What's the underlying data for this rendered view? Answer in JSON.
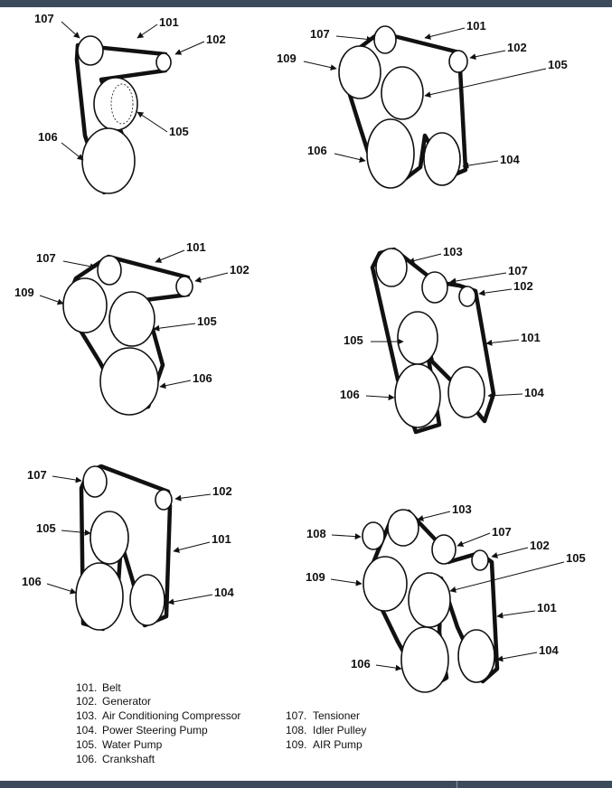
{
  "colors": {
    "frame": "#3d4a5c",
    "ink": "#111111",
    "paper": "#ffffff"
  },
  "panels": [
    {
      "id": "p1",
      "pulleys": [
        {
          "id": "107",
          "role": "tensioner"
        },
        {
          "id": "102",
          "role": "generator"
        },
        {
          "id": "105",
          "role": "water-pump"
        },
        {
          "id": "106",
          "role": "crankshaft"
        }
      ],
      "labels": [
        "107",
        "101",
        "102",
        "105",
        "106"
      ]
    },
    {
      "id": "p2",
      "pulleys": [
        {
          "id": "107",
          "role": "tensioner"
        },
        {
          "id": "109",
          "role": "air-pump"
        },
        {
          "id": "102",
          "role": "generator"
        },
        {
          "id": "105",
          "role": "water-pump"
        },
        {
          "id": "106",
          "role": "crankshaft"
        },
        {
          "id": "104",
          "role": "power-steering-pump"
        }
      ],
      "labels": [
        "107",
        "101",
        "109",
        "102",
        "105",
        "106",
        "104"
      ]
    },
    {
      "id": "p3",
      "pulleys": [
        {
          "id": "107",
          "role": "tensioner"
        },
        {
          "id": "109",
          "role": "air-pump"
        },
        {
          "id": "102",
          "role": "generator"
        },
        {
          "id": "105",
          "role": "water-pump"
        },
        {
          "id": "106",
          "role": "crankshaft"
        }
      ],
      "labels": [
        "107",
        "101",
        "109",
        "102",
        "105",
        "106"
      ]
    },
    {
      "id": "p4",
      "pulleys": [
        {
          "id": "103",
          "role": "ac-compressor"
        },
        {
          "id": "107",
          "role": "tensioner"
        },
        {
          "id": "102",
          "role": "generator"
        },
        {
          "id": "105",
          "role": "water-pump"
        },
        {
          "id": "106",
          "role": "crankshaft"
        },
        {
          "id": "104",
          "role": "power-steering-pump"
        }
      ],
      "labels": [
        "103",
        "107",
        "102",
        "101",
        "105",
        "106",
        "104"
      ]
    },
    {
      "id": "p5",
      "pulleys": [
        {
          "id": "107",
          "role": "tensioner"
        },
        {
          "id": "102",
          "role": "generator"
        },
        {
          "id": "105",
          "role": "water-pump"
        },
        {
          "id": "106",
          "role": "crankshaft"
        },
        {
          "id": "104",
          "role": "power-steering-pump"
        }
      ],
      "labels": [
        "107",
        "102",
        "105",
        "101",
        "106",
        "104"
      ]
    },
    {
      "id": "p6",
      "pulleys": [
        {
          "id": "108",
          "role": "idler-pulley"
        },
        {
          "id": "103",
          "role": "ac-compressor"
        },
        {
          "id": "107",
          "role": "tensioner"
        },
        {
          "id": "102",
          "role": "generator"
        },
        {
          "id": "109",
          "role": "air-pump"
        },
        {
          "id": "105",
          "role": "water-pump"
        },
        {
          "id": "106",
          "role": "crankshaft"
        },
        {
          "id": "104",
          "role": "power-steering-pump"
        }
      ],
      "labels": [
        "103",
        "108",
        "107",
        "102",
        "105",
        "109",
        "101",
        "106",
        "104"
      ]
    }
  ],
  "legend": {
    "left": [
      {
        "num": "101.",
        "text": "Belt"
      },
      {
        "num": "102.",
        "text": "Generator"
      },
      {
        "num": "103.",
        "text": "Air Conditioning Compressor"
      },
      {
        "num": "104.",
        "text": "Power Steering Pump"
      },
      {
        "num": "105.",
        "text": "Water Pump"
      },
      {
        "num": "106.",
        "text": "Crankshaft"
      }
    ],
    "right": [
      {
        "num": "107.",
        "text": "Tensioner"
      },
      {
        "num": "108.",
        "text": "Idler Pulley"
      },
      {
        "num": "109.",
        "text": "AIR Pump"
      }
    ]
  }
}
